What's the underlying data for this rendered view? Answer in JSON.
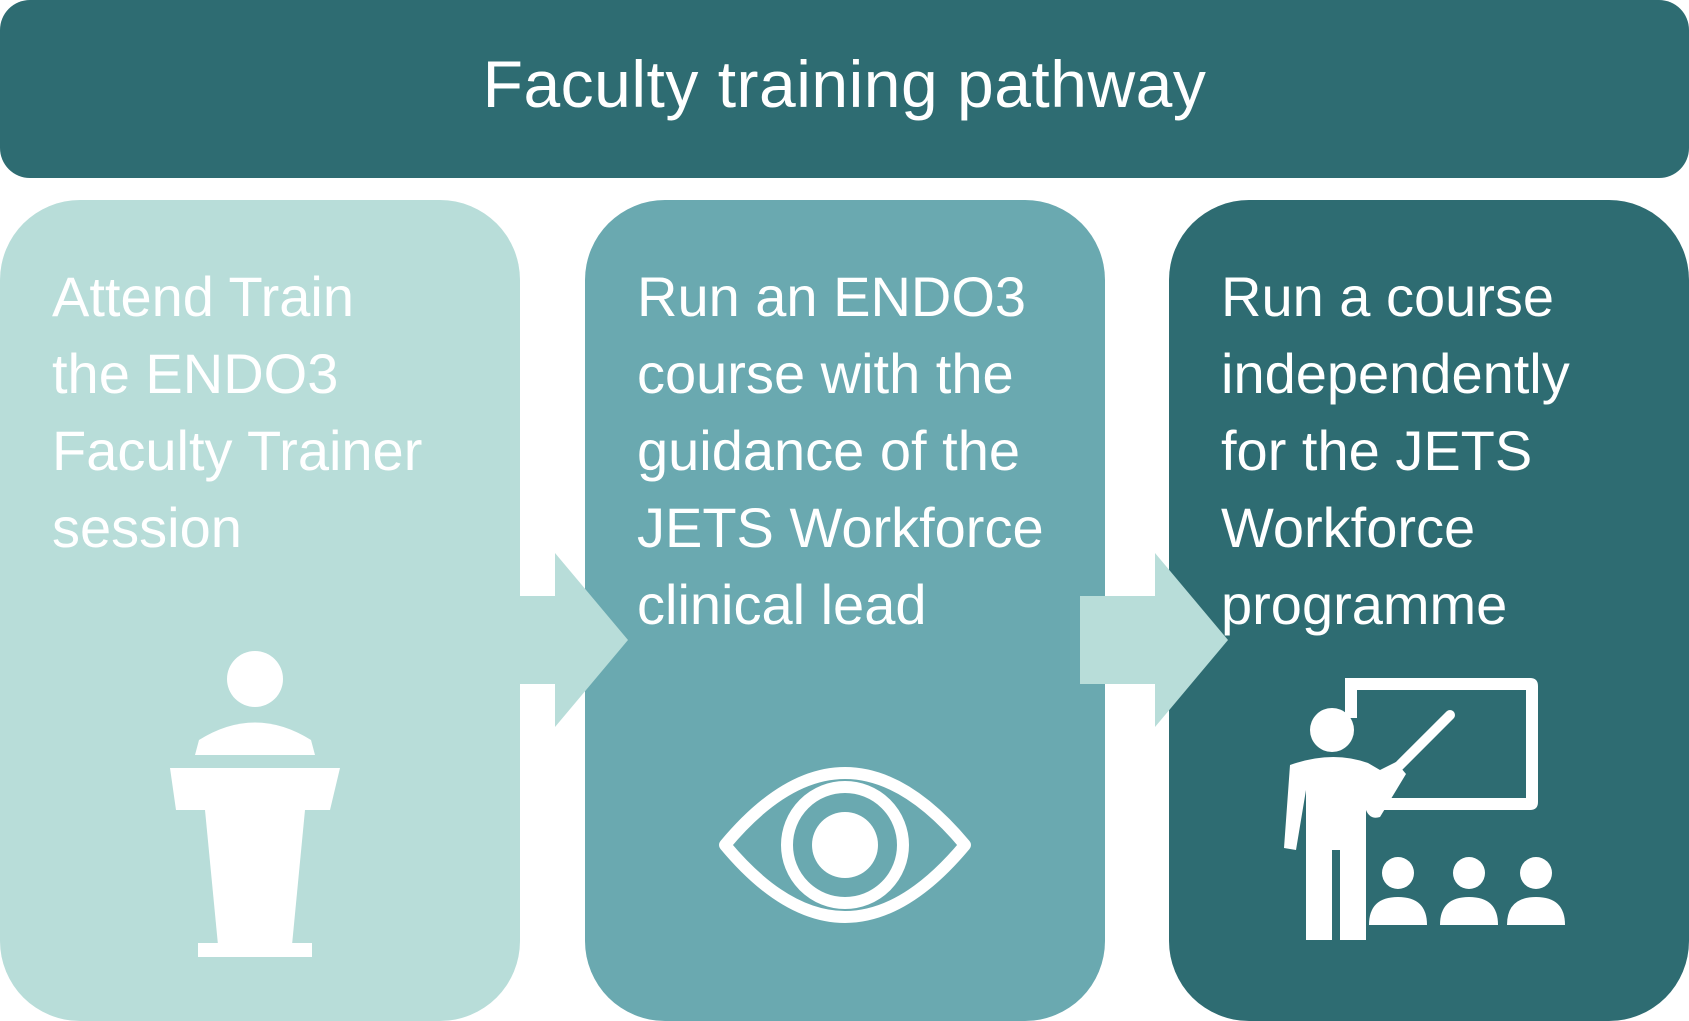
{
  "header": {
    "title": "Faculty training pathway"
  },
  "steps": [
    {
      "text": "Attend Train\nthe ENDO3\nFaculty Trainer\nsession",
      "icon": "podium-speaker-icon"
    },
    {
      "text": "Run an ENDO3\ncourse with the\nguidance of the\nJETS Workforce\nclinical lead",
      "icon": "eye-icon"
    },
    {
      "text": "Run a course\nindependently\nfor the JETS\nWorkforce\nprogramme",
      "icon": "teacher-whiteboard-icon"
    }
  ],
  "colors": {
    "header": "#2e6c72",
    "step_1": "#b8ddd9",
    "step_2": "#6aa9b0",
    "step_3": "#2e6c72",
    "text": "#ffffff"
  }
}
